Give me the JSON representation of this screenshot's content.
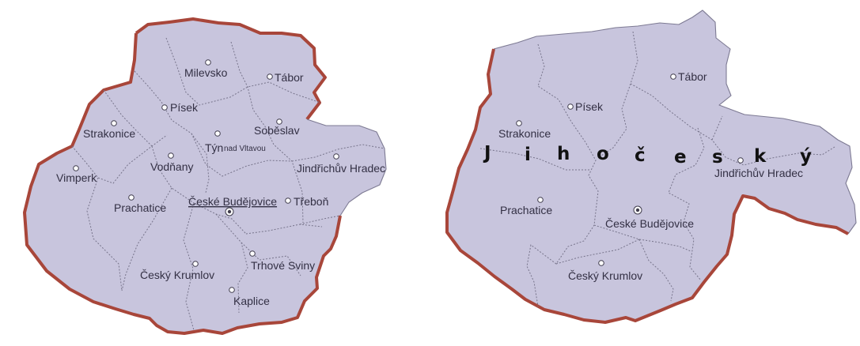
{
  "maps": {
    "left": {
      "towns": {
        "milevsko": "Milevsko",
        "tabor": "Tábor",
        "pisek": "Písek",
        "strakonice": "Strakonice",
        "soveslav": "Soběslav",
        "tyn": "Týn",
        "tyn_suffix": "nad Vltavou",
        "vodnany": "Vodňany",
        "jindrichuv_hradec": "Jindřichův Hradec",
        "vimperk": "Vimperk",
        "prachatice": "Prachatice",
        "ceske_budejovice": "České Budějovice",
        "trebon": "Třeboň",
        "cesky_krumlov": "Český Krumlov",
        "trhove_sviny": "Trhové Sviny",
        "kaplice": "Kaplice"
      }
    },
    "right": {
      "towns": {
        "tabor": "Tábor",
        "pisek": "Písek",
        "strakonice": "Strakonice",
        "jindrichuv_hradec": "Jindřichův Hradec",
        "prachatice": "Prachatice",
        "ceske_budejovice": "České Budějovice",
        "cesky_krumlov": "Český Krumlov"
      },
      "region_letters": [
        "J",
        "i",
        "h",
        "o",
        "č",
        "e",
        "s",
        "k",
        "ý"
      ]
    }
  },
  "colors": {
    "region_fill": "#c8c5dd",
    "border": "#a8463a",
    "district_lines": "#77748b",
    "label_text": "#333044"
  }
}
